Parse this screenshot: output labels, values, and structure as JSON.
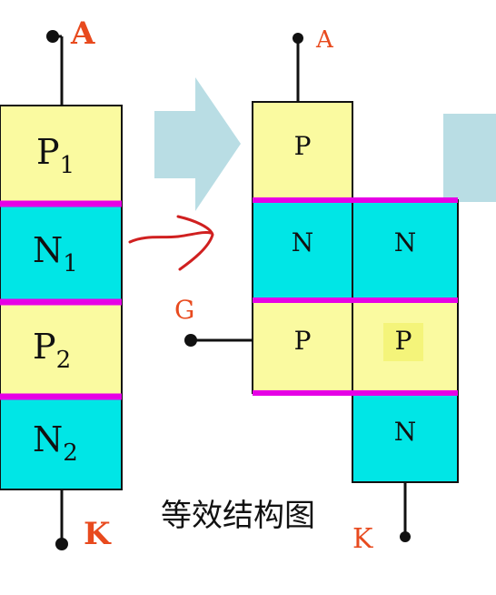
{
  "colors": {
    "p_fill": "#fafaa0",
    "n_fill": "#00e6e6",
    "junction": "#e600e6",
    "terminal_label": "#e84a1e",
    "arrow": "#b9dde4",
    "annotation": "#d02020",
    "stroke": "#111111"
  },
  "left_structure": {
    "anode_label": "A",
    "cathode_label": "K",
    "layers": [
      {
        "type": "P",
        "main": "P",
        "sub": "1"
      },
      {
        "type": "N",
        "main": "N",
        "sub": "1"
      },
      {
        "type": "P",
        "main": "P",
        "sub": "2"
      },
      {
        "type": "N",
        "main": "N",
        "sub": "2"
      }
    ]
  },
  "right_structure": {
    "anode_label": "A",
    "gate_label": "G",
    "cathode_label": "K",
    "left_column": [
      "P",
      "N",
      "P"
    ],
    "right_column": [
      "N",
      "P",
      "N"
    ]
  },
  "caption": "等效结构图",
  "icons": [
    "transform-arrow-icon",
    "hand-drawn-arrow-icon"
  ]
}
